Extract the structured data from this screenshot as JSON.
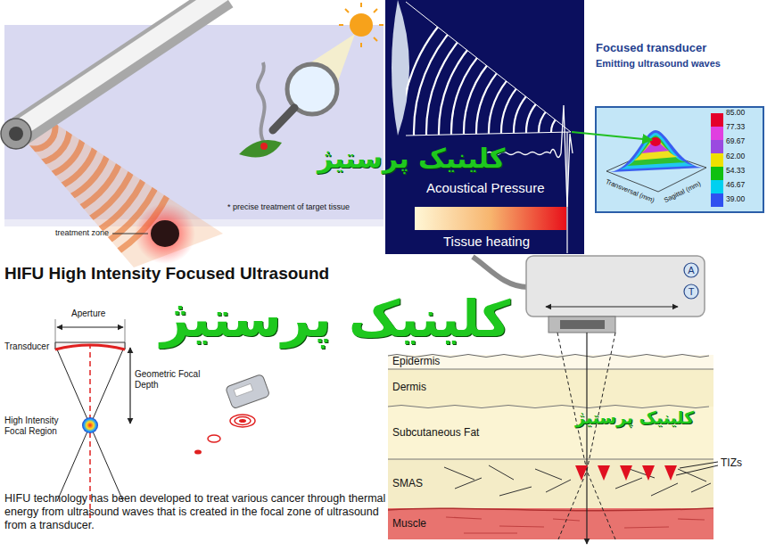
{
  "diagram": {
    "title": "HIFU High Intensity Focused Ultrasound",
    "caption": "HIFU technology has been developed to treat various cancer through thermal energy from ultrasound waves that is created in the focal zone of ultrasound from a transducer.",
    "nodes": [
      {
        "text": [
          "A"
        ]
      },
      {
        "text": [
          "T"
        ]
      },
      {
        "text": [
          "Epidermis"
        ]
      },
      {
        "text": [
          "Dermis"
        ]
      },
      {
        "text": [
          "Subcutaneous Fat"
        ]
      },
      {
        "text": [
          "SMAS"
        ]
      },
      {
        "text": [
          "Muscle"
        ]
      }
    ],
    "labels": [
      "treatment zone",
      "* precise treatment of target tissue",
      "کلینیک پرستیژ",
      "Acoustical Pressure",
      "Tissue heating",
      "Focused transducer",
      "Emitting ultrasound waves",
      "85.00",
      "77.33",
      "69.67",
      "62.00",
      "54.33",
      "46.67",
      "39.00",
      "Transversal (mm)",
      "Sagittal (mm)",
      "Aperture",
      "Transducer",
      "Geometric Focal Depth",
      "High Intensity Focal Region",
      "کلینیک پرستیژ",
      "کلینیک پرستیژ",
      "TIZs"
    ]
  }
}
